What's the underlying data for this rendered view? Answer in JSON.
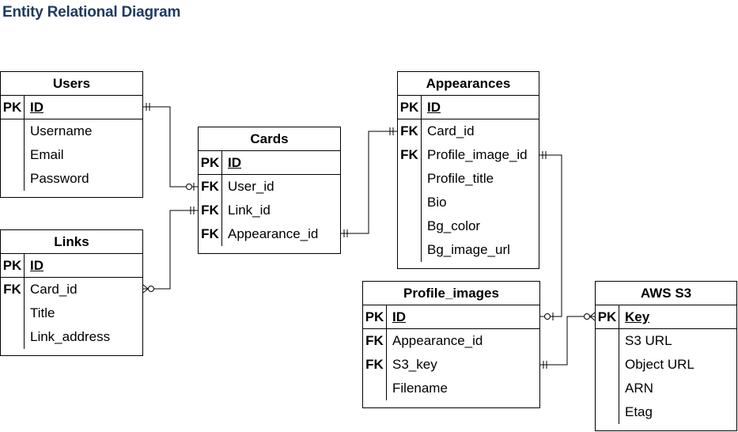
{
  "title": "Entity Relational Diagram",
  "entities": {
    "users": {
      "name": "Users",
      "pk": {
        "key": "PK",
        "field": "ID"
      },
      "rows": [
        {
          "key": "",
          "field": "Username"
        },
        {
          "key": "",
          "field": "Email"
        },
        {
          "key": "",
          "field": "Password"
        }
      ]
    },
    "links": {
      "name": "Links",
      "pk": {
        "key": "PK",
        "field": "ID"
      },
      "rows": [
        {
          "key": "FK",
          "field": "Card_id"
        },
        {
          "key": "",
          "field": "Title"
        },
        {
          "key": "",
          "field": "Link_address"
        }
      ]
    },
    "cards": {
      "name": "Cards",
      "pk": {
        "key": "PK",
        "field": "ID"
      },
      "rows": [
        {
          "key": "FK",
          "field": "User_id"
        },
        {
          "key": "FK",
          "field": "Link_id"
        },
        {
          "key": "FK",
          "field": "Appearance_id"
        }
      ]
    },
    "appearances": {
      "name": "Appearances",
      "pk": {
        "key": "PK",
        "field": "ID"
      },
      "rows": [
        {
          "key": "FK",
          "field": "Card_id"
        },
        {
          "key": "FK",
          "field": "Profile_image_id"
        },
        {
          "key": "",
          "field": "Profile_title"
        },
        {
          "key": "",
          "field": "Bio"
        },
        {
          "key": "",
          "field": "Bg_color"
        },
        {
          "key": "",
          "field": "Bg_image_url"
        }
      ]
    },
    "profile_images": {
      "name": "Profile_images",
      "pk": {
        "key": "PK",
        "field": "ID"
      },
      "rows": [
        {
          "key": "FK",
          "field": "Appearance_id"
        },
        {
          "key": "FK",
          "field": "S3_key"
        },
        {
          "key": "",
          "field": "Filename"
        }
      ]
    },
    "aws_s3": {
      "name": "AWS S3",
      "pk": {
        "key": "PK",
        "field": "Key"
      },
      "rows": [
        {
          "key": "",
          "field": "S3 URL"
        },
        {
          "key": "",
          "field": "Object URL"
        },
        {
          "key": "",
          "field": "ARN"
        },
        {
          "key": "",
          "field": "Etag"
        }
      ]
    }
  }
}
